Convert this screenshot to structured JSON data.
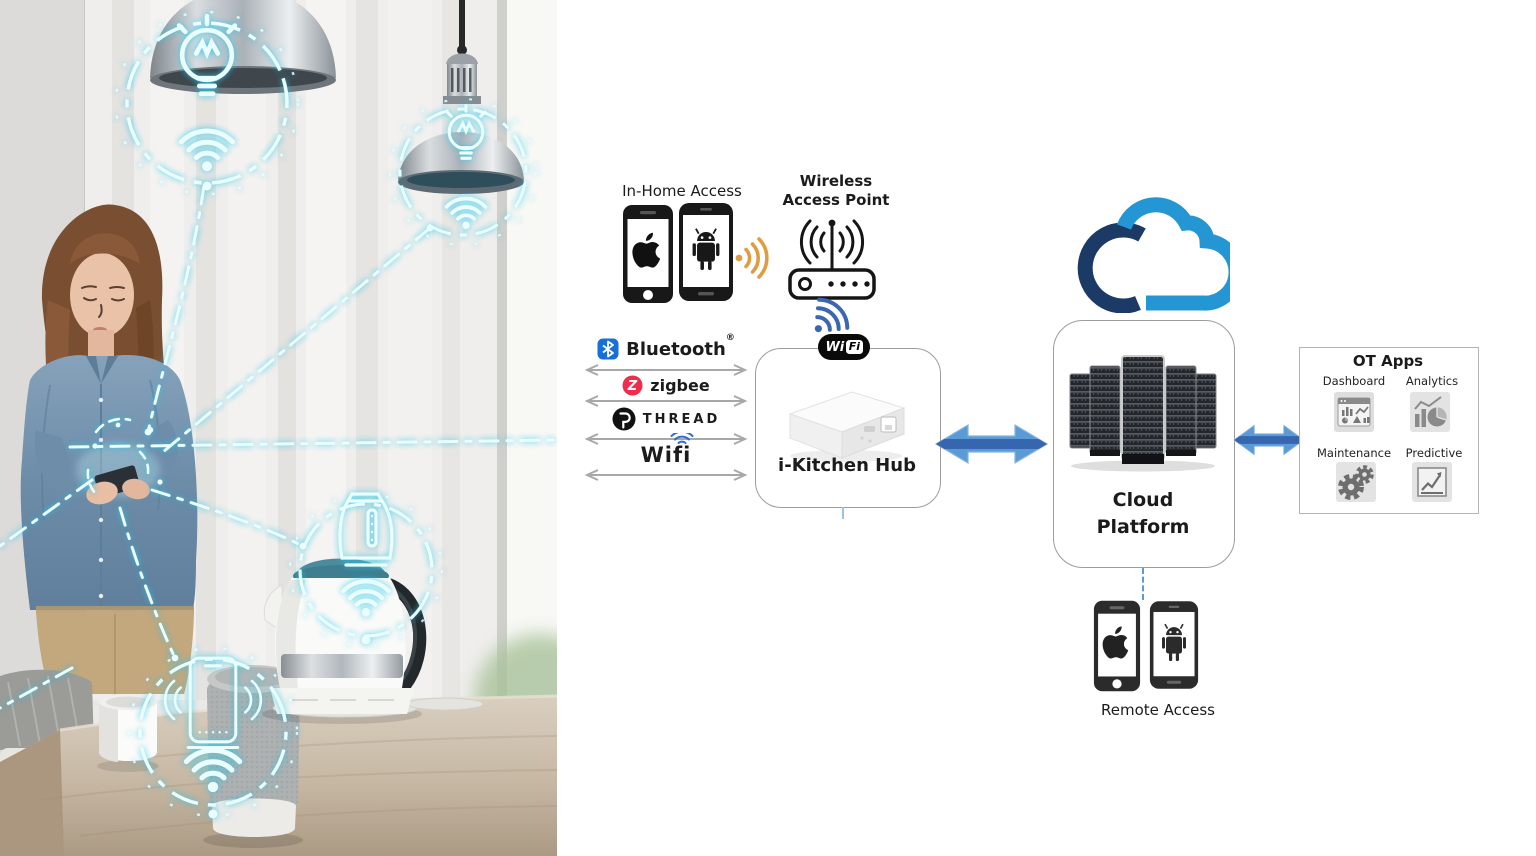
{
  "meta": {
    "description": "Smart kitchen IoT architecture: in-home devices connect via a wireless access point and multi-protocol i-Kitchen Hub to a cloud platform with OT apps and remote access"
  },
  "photo": {
    "description": "Woman using a smartphone in a kitchen; glowing IoT overlays link pendant lamps, an electric kettle and a smart speaker",
    "glow_color": "#5ee2fa"
  },
  "access": {
    "in_home": "In-Home Access",
    "wireless_ap": "Wireless Access Point"
  },
  "protocols": {
    "bluetooth": "Bluetooth",
    "bluetooth_reg": "®",
    "zigbee": "zigbee",
    "zigbee_initial": "Z",
    "thread": "THREAD",
    "wifi": "Wifi"
  },
  "hub": {
    "label": "i-Kitchen Hub",
    "badge_wi": "Wi",
    "badge_fi": "Fi"
  },
  "cloud": {
    "label": "Cloud Platform"
  },
  "ot_apps": {
    "title": "OT Apps",
    "items": [
      {
        "label": "Dashboard"
      },
      {
        "label": "Analytics"
      },
      {
        "label": "Maintenance"
      },
      {
        "label": "Predictive"
      }
    ]
  },
  "remote": {
    "label": "Remote Access"
  },
  "colors": {
    "bluetooth_blue": "#1670d8",
    "zigbee_red": "#ee2c4c",
    "thread_black": "#111111",
    "wifi_blue": "#2b6fd4",
    "orange_signal": "#df9d43",
    "blue_signal": "#3b67b2",
    "connector_gray": "#a8a8a8",
    "arrow_blue_light": "#5b9bd5",
    "arrow_blue_dark": "#3566ae",
    "cloud_dark": "#1b3a66",
    "cloud_light": "#2496d3",
    "box_border": "#9d9d9d",
    "iot_glow": "#21c9ec"
  }
}
